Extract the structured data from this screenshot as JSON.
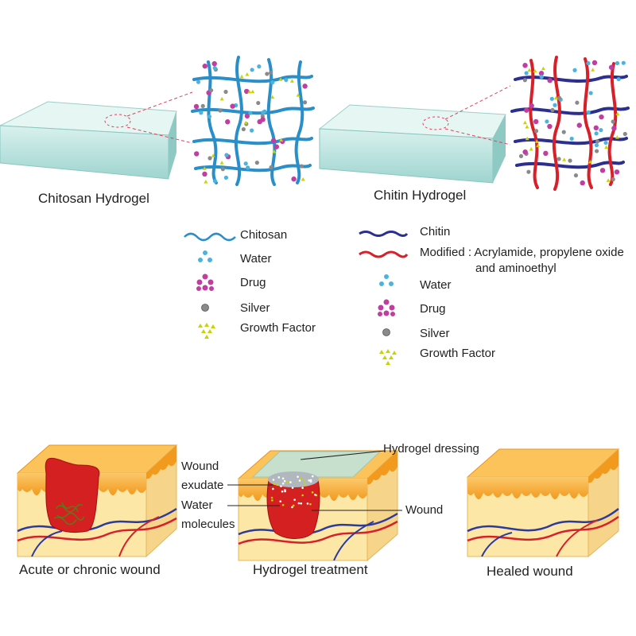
{
  "top": {
    "chitosan_title": "Chitosan Hydrogel",
    "chitin_title": "Chitin Hydrogel"
  },
  "legend_left": {
    "items": [
      "Chitosan",
      "Water",
      "Drug",
      "Silver",
      "Growth Factor"
    ]
  },
  "legend_right": {
    "chitin": "Chitin",
    "modified_line1": "Modified : Acrylamide, propylene oxide",
    "modified_line2": "and aminoethyl",
    "water": "Water",
    "drug": "Drug",
    "silver": "Silver",
    "growth": "Growth Factor"
  },
  "bottom": {
    "acute_label": "Acute or chronic wound",
    "treatment_label": "Hydrogel treatment",
    "healed_label": "Healed wound",
    "dressing": "Hydrogel dressing",
    "wound": "Wound",
    "exudate_line1": "Wound",
    "exudate_line2": "exudate",
    "water_line1": "Water",
    "water_line2": "molecules"
  },
  "colors": {
    "chitosan": "#2a8fc8",
    "chitin": "#2b2f8f",
    "modified": "#d8202a",
    "water": "#4bb3e0",
    "drug": "#c03ea0",
    "silver": "#8a8a8a",
    "growth": "#c8d400",
    "skin_top": "#f5a623",
    "skin_body": "#fde7a6",
    "wound": "#d42020",
    "hydrogel": "#bfe6e2"
  }
}
